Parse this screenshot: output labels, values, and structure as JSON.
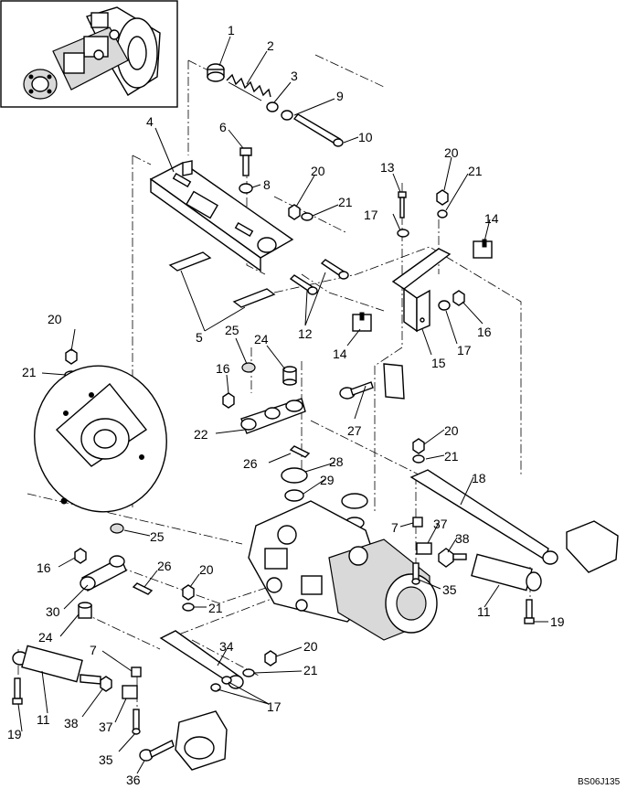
{
  "diagram": {
    "drawing_code": "BS06J135",
    "callouts": [
      {
        "id": "c-1",
        "text": "1"
      },
      {
        "id": "c-2",
        "text": "2"
      },
      {
        "id": "c-3",
        "text": "3"
      },
      {
        "id": "c-9",
        "text": "9"
      },
      {
        "id": "c-10",
        "text": "10"
      },
      {
        "id": "c-4",
        "text": "4"
      },
      {
        "id": "c-6",
        "text": "6"
      },
      {
        "id": "c-8",
        "text": "8"
      },
      {
        "id": "c-20a",
        "text": "20"
      },
      {
        "id": "c-21a",
        "text": "21"
      },
      {
        "id": "c-13",
        "text": "13"
      },
      {
        "id": "c-20b",
        "text": "20"
      },
      {
        "id": "c-21b",
        "text": "21"
      },
      {
        "id": "c-17a",
        "text": "17"
      },
      {
        "id": "c-14a",
        "text": "14"
      },
      {
        "id": "c-5",
        "text": "5"
      },
      {
        "id": "c-12",
        "text": "12"
      },
      {
        "id": "c-14b",
        "text": "14"
      },
      {
        "id": "c-15",
        "text": "15"
      },
      {
        "id": "c-16a",
        "text": "16"
      },
      {
        "id": "c-17b",
        "text": "17"
      },
      {
        "id": "c-20c",
        "text": "20"
      },
      {
        "id": "c-21c",
        "text": "21"
      },
      {
        "id": "c-25a",
        "text": "25"
      },
      {
        "id": "c-24a",
        "text": "24"
      },
      {
        "id": "c-16b",
        "text": "16"
      },
      {
        "id": "c-22",
        "text": "22"
      },
      {
        "id": "c-27",
        "text": "27"
      },
      {
        "id": "c-20d",
        "text": "20"
      },
      {
        "id": "c-21d",
        "text": "21"
      },
      {
        "id": "c-26a",
        "text": "26"
      },
      {
        "id": "c-28",
        "text": "28"
      },
      {
        "id": "c-29",
        "text": "29"
      },
      {
        "id": "c-18",
        "text": "18"
      },
      {
        "id": "c-7a",
        "text": "7"
      },
      {
        "id": "c-37a",
        "text": "37"
      },
      {
        "id": "c-38a",
        "text": "38"
      },
      {
        "id": "c-35a",
        "text": "35"
      },
      {
        "id": "c-11a",
        "text": "11"
      },
      {
        "id": "c-19a",
        "text": "19"
      },
      {
        "id": "c-25b",
        "text": "25"
      },
      {
        "id": "c-16c",
        "text": "16"
      },
      {
        "id": "c-26b",
        "text": "26"
      },
      {
        "id": "c-20e",
        "text": "20"
      },
      {
        "id": "c-21e",
        "text": "21"
      },
      {
        "id": "c-30",
        "text": "30"
      },
      {
        "id": "c-24b",
        "text": "24"
      },
      {
        "id": "c-34",
        "text": "34"
      },
      {
        "id": "c-20f",
        "text": "20"
      },
      {
        "id": "c-21f",
        "text": "21"
      },
      {
        "id": "c-7b",
        "text": "7"
      },
      {
        "id": "c-17c",
        "text": "17"
      },
      {
        "id": "c-19b",
        "text": "19"
      },
      {
        "id": "c-11b",
        "text": "11"
      },
      {
        "id": "c-38b",
        "text": "38"
      },
      {
        "id": "c-37b",
        "text": "37"
      },
      {
        "id": "c-35b",
        "text": "35"
      },
      {
        "id": "c-36",
        "text": "36"
      }
    ]
  }
}
